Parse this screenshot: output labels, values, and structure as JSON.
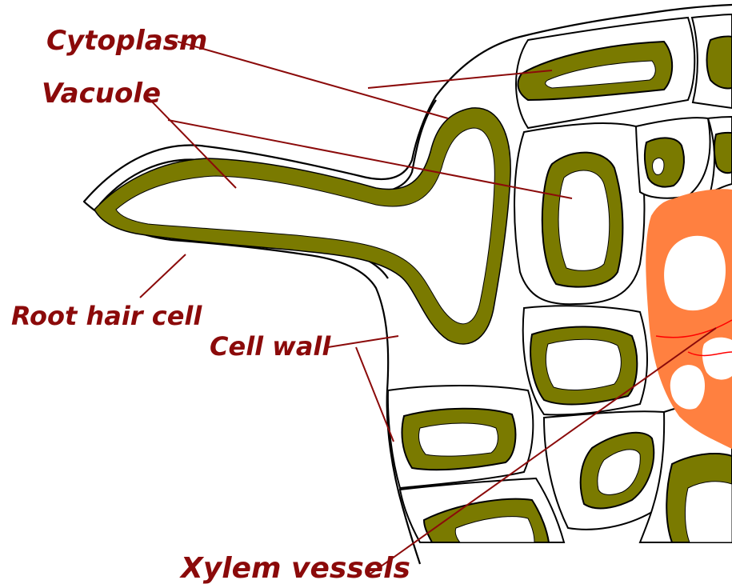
{
  "diagram": {
    "labels": {
      "cytoplasm": "Cytoplasm",
      "vacuole": "Vacuole",
      "root_hair_cell": "Root hair cell",
      "cell_wall": "Cell wall",
      "xylem_vessels": "Xylem vessels"
    },
    "colors": {
      "label_text": "#8b0a0a",
      "leader_line": "#8b0a0a",
      "cytoplasm": "#7a7a00",
      "xylem": "#ff8040",
      "cell_outline": "#000000",
      "vacuole": "#ffffff"
    }
  }
}
